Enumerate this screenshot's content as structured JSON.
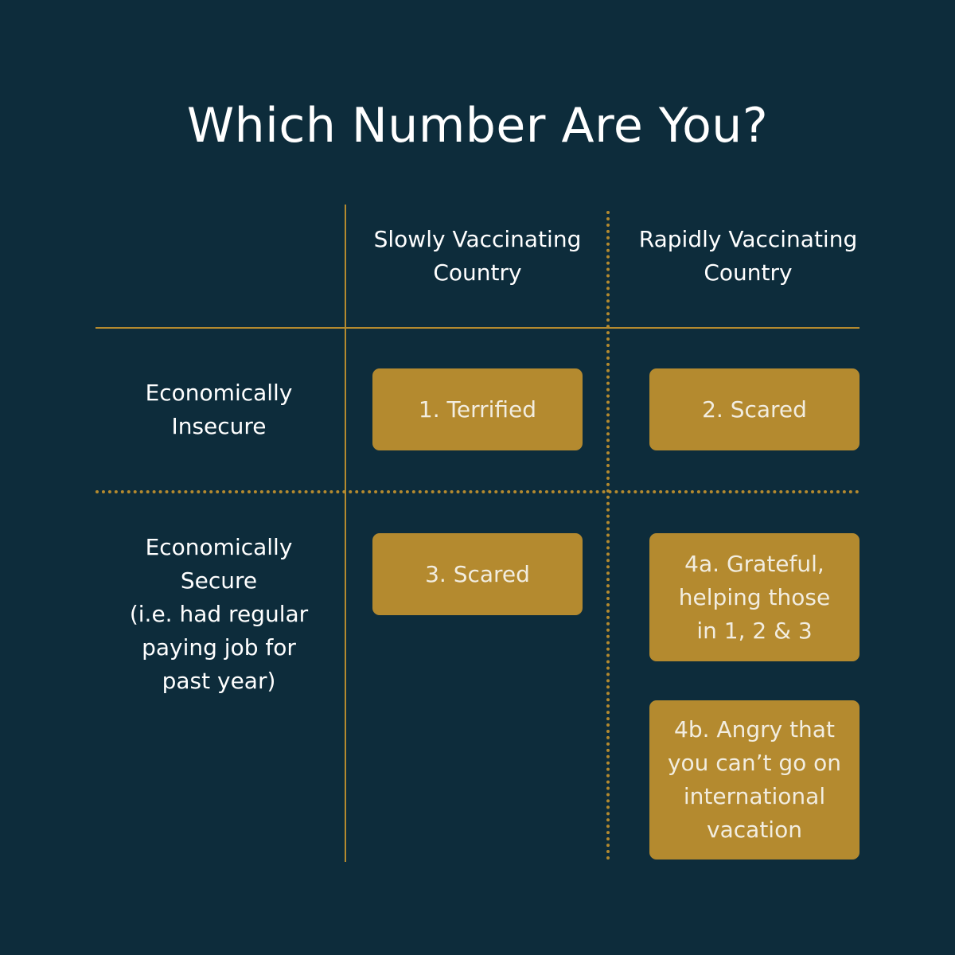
{
  "title": "Which Number Are You?",
  "columns": [
    {
      "label": "Slowly Vaccinating\nCountry"
    },
    {
      "label": "Rapidly Vaccinating\nCountry"
    }
  ],
  "rows": [
    {
      "label": "Economically\nInsecure"
    },
    {
      "label": "Economically\nSecure\n(i.e. had regular\npaying job for\npast year)"
    }
  ],
  "cells": {
    "c1": "1. Terrified",
    "c2": "2. Scared",
    "c3": "3. Scared",
    "c4a": "4a. Grateful,\nhelping those\nin 1, 2 & 3",
    "c4b": "4b. Angry that\nyou can’t go on\ninternational\nvacation"
  },
  "colors": {
    "background": "#0d2c3b",
    "accent": "#b48a2f",
    "text": "#ffffff"
  }
}
